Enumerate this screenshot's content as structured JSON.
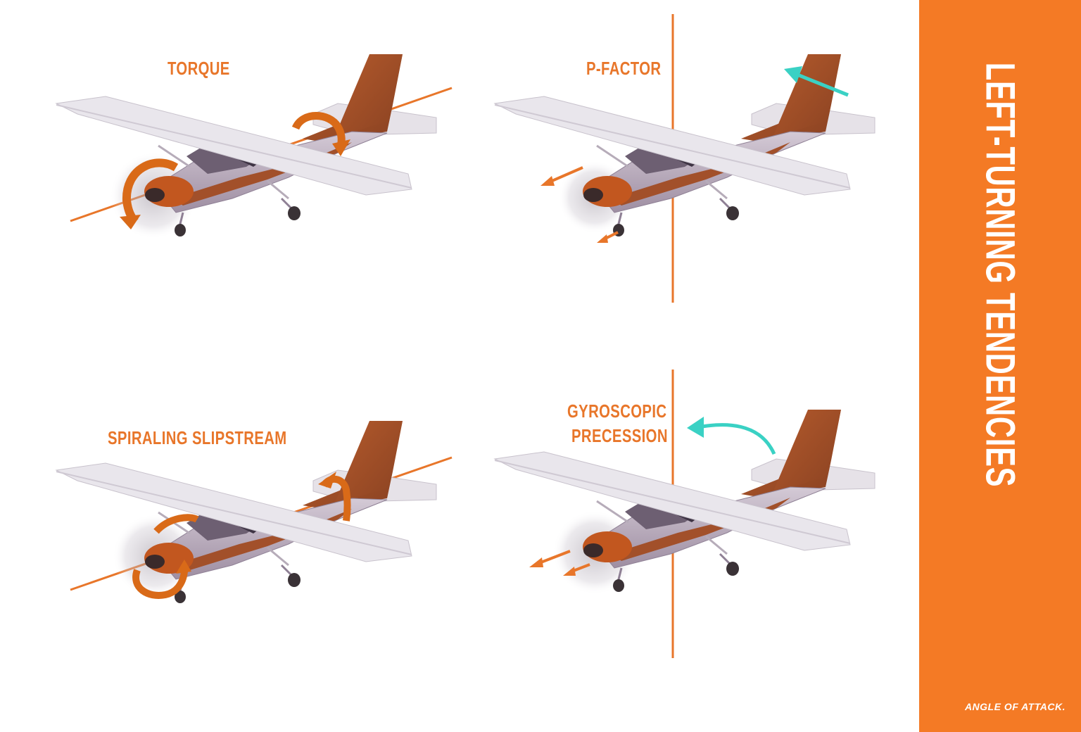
{
  "panels": [
    {
      "title": "TORQUE"
    },
    {
      "title": "P-FACTOR"
    },
    {
      "title": "SPIRALING SLIPSTREAM"
    },
    {
      "title_line1": "GYROSCOPIC",
      "title_line2": "PRECESSION"
    }
  ],
  "sidebar": {
    "title": "LEFT-TURNING TENDENCIES",
    "brand": "ANGLE OF ATTACK."
  },
  "colors": {
    "accent": "#e8762a",
    "sidebar": "#f47a25",
    "cyan_arrow": "#3ad1c4",
    "fuselage": "#b8aab8",
    "wing": "#e8e5ea",
    "brown": "#a2502a"
  }
}
